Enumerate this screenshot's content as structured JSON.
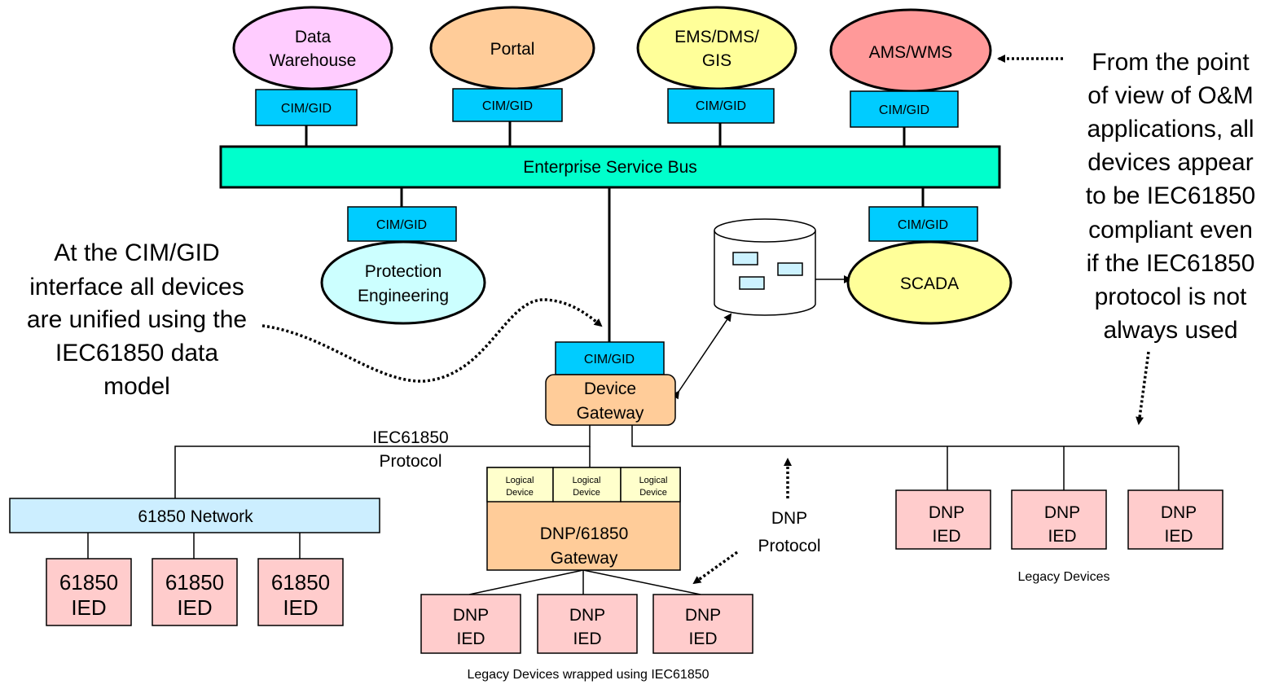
{
  "apps": {
    "data_warehouse": [
      "Data",
      "Warehouse"
    ],
    "portal": [
      "Portal"
    ],
    "ems": [
      "EMS/DMS/",
      "GIS"
    ],
    "ams": [
      "AMS/WMS"
    ],
    "protection": [
      "Protection",
      "Engineering"
    ],
    "scada": [
      "SCADA"
    ]
  },
  "cim_label": "CIM/GID",
  "esb_label": "Enterprise Service Bus",
  "device_gateway": [
    "Device",
    "Gateway"
  ],
  "iec_protocol": [
    "IEC61850",
    "Protocol"
  ],
  "network_label": "61850 Network",
  "iec_ied": [
    "61850",
    "IED"
  ],
  "dnp_ied": [
    "DNP",
    "IED"
  ],
  "logical_device": [
    "Logical",
    "Device"
  ],
  "dnp_gateway": [
    "DNP/61850",
    "Gateway"
  ],
  "dnp_protocol": [
    "DNP",
    "Protocol"
  ],
  "legacy_devices": "Legacy Devices",
  "legacy_wrapped": "Legacy Devices wrapped using IEC61850",
  "left_note": [
    "At the CIM/GID",
    "interface all devices",
    "are unified using the",
    "IEC61850 data",
    "model"
  ],
  "right_note": [
    "From the point",
    "of view of O&M",
    "applications, all",
    "devices appear",
    "to be IEC61850",
    "compliant even",
    "if the IEC61850",
    "protocol is not",
    "always used"
  ],
  "colors": {
    "data_warehouse": "#ffccff",
    "portal": "#ffcc99",
    "ems": "#ffff99",
    "ams": "#ff9999",
    "protection": "#ccffff",
    "scada": "#ffff99",
    "cim": "#00ccff",
    "esb": "#00ffcc",
    "gateway": "#ffcc99",
    "logical": "#ffffcc",
    "network": "#cceeff",
    "ied": "#ffcccc"
  }
}
